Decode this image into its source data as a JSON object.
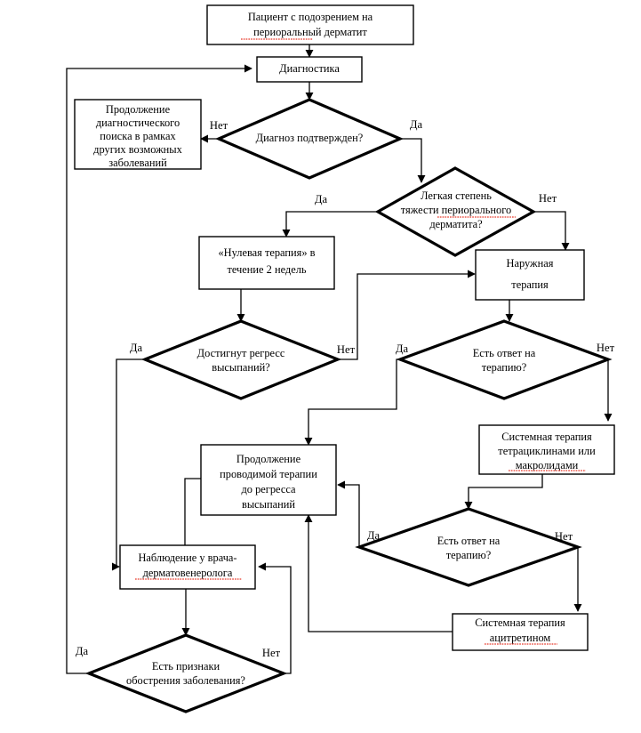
{
  "chart_data": {
    "type": "diagram",
    "title": "Алгоритм ведения пациента с подозрением на периоральный дерматит",
    "diagram_kind": "flowchart",
    "language": "ru",
    "accent_colors": {
      "stroke": "#000000",
      "background": "#ffffff",
      "spellcheck_underline": "#e8392a"
    },
    "nodes": [
      {
        "id": "start",
        "shape": "rect",
        "lines": [
          "Пациент с подозрением на",
          "периоральный дерматит"
        ],
        "spellcheck_words": [
          "периоральный"
        ]
      },
      {
        "id": "diagnostics",
        "shape": "rect",
        "lines": [
          "Диагностика"
        ],
        "spellcheck_words": []
      },
      {
        "id": "diagnosis_confirmed",
        "shape": "diamond",
        "lines": [
          "Диагноз подтвержден?"
        ],
        "spellcheck_words": []
      },
      {
        "id": "continue_search",
        "shape": "rect",
        "lines": [
          "Продолжение",
          "диагностического",
          "поиска в рамках",
          "других возможных",
          "заболеваний"
        ],
        "spellcheck_words": []
      },
      {
        "id": "mild_severity",
        "shape": "diamond",
        "lines": [
          "Легкая степень",
          "тяжести периорального",
          "дерматита?"
        ],
        "spellcheck_words": [
          "периорального"
        ]
      },
      {
        "id": "zero_therapy",
        "shape": "rect",
        "lines": [
          "«Нулевая терапия» в",
          "течение 2 недель"
        ],
        "spellcheck_words": []
      },
      {
        "id": "topical_therapy",
        "shape": "rect",
        "lines": [
          "Наружная",
          "терапия"
        ],
        "spellcheck_words": []
      },
      {
        "id": "regress_achieved",
        "shape": "diamond",
        "lines": [
          "Достигнут регресс",
          "высыпаний?"
        ],
        "spellcheck_words": []
      },
      {
        "id": "response_topical",
        "shape": "diamond",
        "lines": [
          "Есть ответ на",
          "терапию?"
        ],
        "spellcheck_words": []
      },
      {
        "id": "systemic_tetracycline",
        "shape": "rect",
        "lines": [
          "Системная терапия",
          "тетрациклинами или",
          "макролидами"
        ],
        "spellcheck_words": [
          "макролидами"
        ]
      },
      {
        "id": "continue_therapy",
        "shape": "rect",
        "lines": [
          "Продолжение",
          "проводимой терапии",
          "до регресса",
          "высыпаний"
        ],
        "spellcheck_words": []
      },
      {
        "id": "response_systemic",
        "shape": "diamond",
        "lines": [
          "Есть ответ на",
          "терапию?"
        ],
        "spellcheck_words": []
      },
      {
        "id": "observation",
        "shape": "rect",
        "lines": [
          "Наблюдение у врача-",
          "дерматовенеролога"
        ],
        "spellcheck_words": [
          "дерматовенеролога"
        ]
      },
      {
        "id": "systemic_acitretin",
        "shape": "rect",
        "lines": [
          "Системная терапия",
          "ацитретином"
        ],
        "spellcheck_words": [
          "ацитретином"
        ]
      },
      {
        "id": "exacerbation_signs",
        "shape": "diamond",
        "lines": [
          "Есть признаки",
          "обострения заболевания?"
        ],
        "spellcheck_words": []
      }
    ],
    "edge_labels": [
      {
        "id": "lbl-diag-no",
        "text": "Нет",
        "from": "diagnosis_confirmed",
        "to": "continue_search"
      },
      {
        "id": "lbl-diag-yes",
        "text": "Да",
        "from": "diagnosis_confirmed",
        "to": "mild_severity"
      },
      {
        "id": "lbl-mild-yes",
        "text": "Да",
        "from": "mild_severity",
        "to": "zero_therapy"
      },
      {
        "id": "lbl-mild-no",
        "text": "Нет",
        "from": "mild_severity",
        "to": "topical_therapy"
      },
      {
        "id": "lbl-regress-yes",
        "text": "Да",
        "from": "regress_achieved",
        "to": "observation"
      },
      {
        "id": "lbl-regress-no",
        "text": "Нет",
        "from": "regress_achieved",
        "to": "topical_therapy"
      },
      {
        "id": "lbl-resp-top-yes",
        "text": "Да",
        "from": "response_topical",
        "to": "continue_therapy"
      },
      {
        "id": "lbl-resp-top-no",
        "text": "Нет",
        "from": "response_topical",
        "to": "systemic_tetracycline"
      },
      {
        "id": "lbl-resp-sys-yes",
        "text": "Да",
        "from": "response_systemic",
        "to": "continue_therapy"
      },
      {
        "id": "lbl-resp-sys-no",
        "text": "Нет",
        "from": "response_systemic",
        "to": "systemic_acitretin"
      },
      {
        "id": "lbl-exac-yes",
        "text": "Да",
        "from": "exacerbation_signs",
        "to": "diagnostics"
      },
      {
        "id": "lbl-exac-no",
        "text": "Нет",
        "from": "exacerbation_signs",
        "to": "observation"
      }
    ]
  }
}
